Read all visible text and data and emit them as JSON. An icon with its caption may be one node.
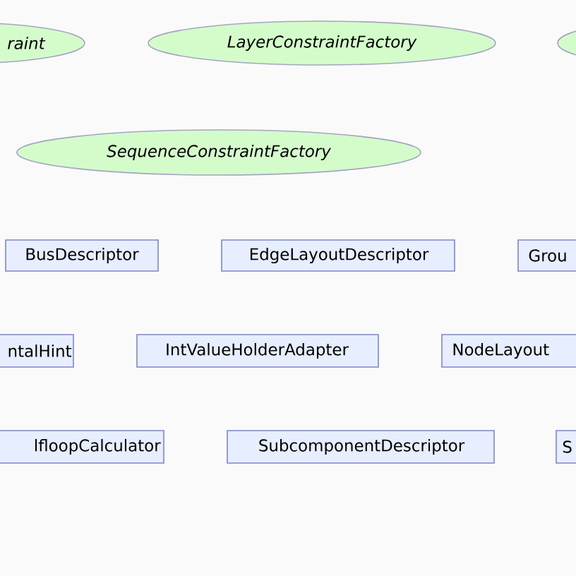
{
  "diagram": {
    "nodes": [
      {
        "text": [
          "raint"
        ]
      },
      {
        "text": [
          "LayerConstraintFactory"
        ]
      },
      {
        "text": [],
        "shape": "ellipse"
      },
      {
        "text": [
          "SequenceConstraintFactory"
        ]
      },
      {
        "text": [
          "BusDescriptor"
        ]
      },
      {
        "text": [
          "EdgeLayoutDescriptor"
        ]
      },
      {
        "text": [
          "Grou"
        ]
      },
      {
        "text": [
          "ntalHint"
        ]
      },
      {
        "text": [
          "IntValueHolderAdapter"
        ]
      },
      {
        "text": [
          "NodeLayout"
        ]
      },
      {
        "text": [
          "lfloopCalculator"
        ]
      },
      {
        "text": [
          "SubcomponentDescriptor"
        ]
      },
      {
        "text": [
          "S"
        ]
      }
    ]
  }
}
